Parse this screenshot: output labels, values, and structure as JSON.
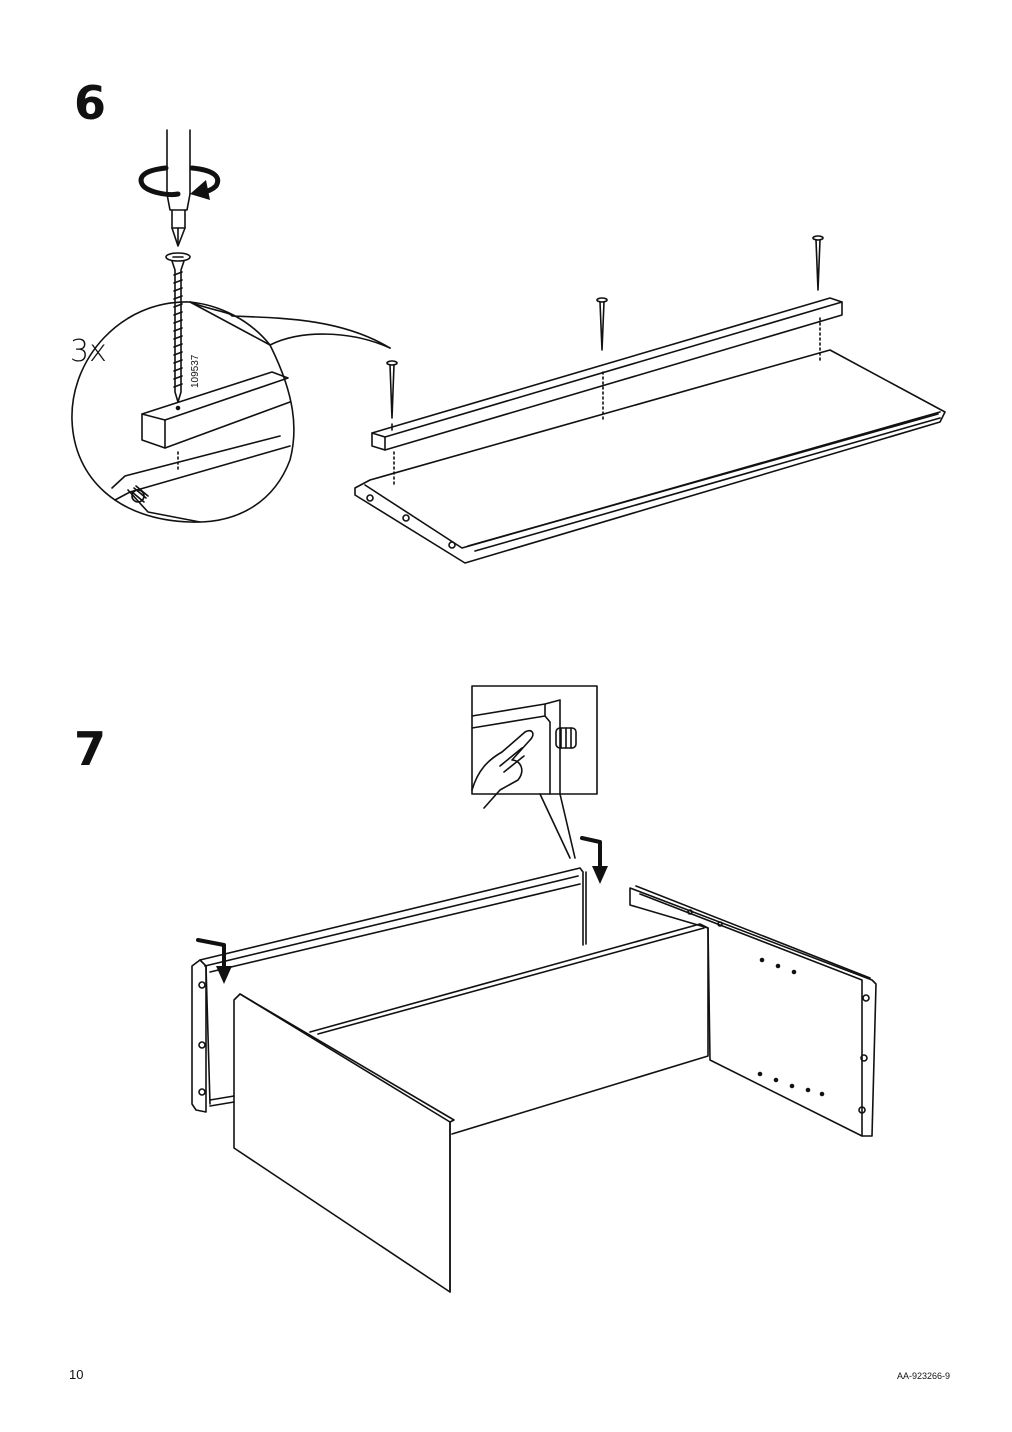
{
  "steps": [
    {
      "number": "6",
      "quantity": "3x",
      "part_number": "109537"
    },
    {
      "number": "7"
    }
  ],
  "footer": {
    "page": "10",
    "code": "AA-923266-9"
  },
  "icons": [
    "screwdriver-icon",
    "rotate-arrow-icon",
    "screw-icon",
    "finger-press-icon",
    "dowel-icon",
    "down-arrow-icon"
  ]
}
